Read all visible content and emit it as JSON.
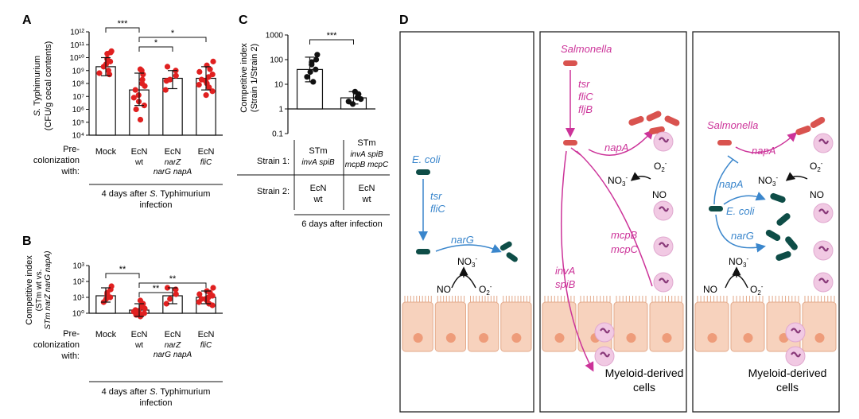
{
  "panels": {
    "A": "A",
    "B": "B",
    "C": "C",
    "D": "D"
  },
  "colors": {
    "red": "#e02020",
    "magenta": "#cc3399",
    "blue": "#3a86cc",
    "ecoli_dark": "#0e4d47",
    "salmonella": "#d9534f",
    "cell": "#f7d2bd",
    "cell_edge": "#e3a98a",
    "nucleus": "#ee9c7a",
    "neutrophil": "#f1c9e3"
  },
  "common": {
    "precol_label": [
      "Pre-",
      "colonization",
      "with:"
    ],
    "x_groups": [
      {
        "lines": [
          "Mock"
        ],
        "sub": []
      },
      {
        "lines": [
          "EcN"
        ],
        "sub": [
          "wt"
        ]
      },
      {
        "lines": [
          "EcN"
        ],
        "sub": [
          "narZ",
          "narG napA"
        ]
      },
      {
        "lines": [
          "EcN"
        ],
        "sub": [
          "fliC"
        ]
      }
    ],
    "footer_a": [
      "4 days after ",
      "S.",
      " Typhimurium",
      "infection"
    ],
    "footer_b": [
      "4 days after ",
      "S.",
      " Typhimurium",
      "infection"
    ]
  },
  "chart_data": [
    {
      "panel": "A",
      "type": "bar",
      "ylabel_italic": "S.",
      "ylabel": " Typhimurium",
      "ylabel2": "(CFU/g cecal contents)",
      "yscale": "log",
      "ylim": [
        4,
        12
      ],
      "yticks": [
        "10⁴",
        "10⁵",
        "10⁶",
        "10⁷",
        "10⁸",
        "10⁹",
        "10¹⁰",
        "10¹¹",
        "10¹²"
      ],
      "categories": [
        "Mock",
        "EcN wt",
        "EcN narZ narG napA",
        "EcN fliC"
      ],
      "bar_log_values": [
        9.3,
        7.5,
        8.4,
        8.4
      ],
      "err_log": [
        [
          8.6,
          10.0
        ],
        [
          6.3,
          8.8
        ],
        [
          7.6,
          9.0
        ],
        [
          7.5,
          9.3
        ]
      ],
      "points_log": [
        [
          10.5,
          10.4,
          10.3,
          9.9,
          9.7,
          9.5,
          9.3,
          9.0,
          8.8,
          8.7
        ],
        [
          9.1,
          8.7,
          8.3,
          8.0,
          7.8,
          7.5,
          7.1,
          6.9,
          6.6,
          6.3,
          6.0,
          5.2,
          9.0
        ],
        [
          9.3,
          9.0,
          8.6,
          8.3,
          8.2,
          7.5
        ],
        [
          9.7,
          9.4,
          9.1,
          8.9,
          8.7,
          8.5,
          8.3,
          8.2,
          8.0,
          7.9,
          7.7,
          7.4,
          7.1
        ]
      ],
      "significance": [
        {
          "from": 0,
          "to": 1,
          "label": "***"
        },
        {
          "from": 1,
          "to": 3,
          "label": "*"
        },
        {
          "from": 1,
          "to": 2,
          "label": "*"
        }
      ],
      "points_color": "#e02020"
    },
    {
      "panel": "B",
      "type": "bar",
      "ylabel": "Competitive index",
      "ylabel2_pre": "(STm wt vs.",
      "ylabel3": "STm narZ narG napA)",
      "yscale": "log",
      "ylim": [
        0,
        3
      ],
      "yticks": [
        "10⁰",
        "10¹",
        "10²",
        "10³"
      ],
      "categories": [
        "Mock",
        "EcN wt",
        "EcN narZ narG napA",
        "EcN fliC"
      ],
      "bar_log_values": [
        1.1,
        0.2,
        1.1,
        1.0
      ],
      "err_log": [
        [
          0.7,
          1.6
        ],
        [
          -0.2,
          0.6
        ],
        [
          0.6,
          1.6
        ],
        [
          0.6,
          1.4
        ]
      ],
      "points_log": [
        [
          1.7,
          1.5,
          1.3,
          1.2,
          1.0,
          0.9,
          0.7
        ],
        [
          0.8,
          0.6,
          0.5,
          0.4,
          0.3,
          0.2,
          0.15,
          0.1,
          0.05,
          0.0,
          -0.1,
          -0.2
        ],
        [
          1.6,
          1.5,
          1.2,
          0.9,
          0.6
        ],
        [
          1.6,
          1.4,
          1.3,
          1.2,
          1.1,
          1.0,
          0.9,
          0.9,
          0.8,
          0.7,
          0.6,
          0.5
        ]
      ],
      "significance": [
        {
          "from": 0,
          "to": 1,
          "label": "**"
        },
        {
          "from": 1,
          "to": 3,
          "label": "**"
        },
        {
          "from": 1,
          "to": 2,
          "label": "**"
        }
      ],
      "points_color": "#e02020"
    },
    {
      "panel": "C",
      "type": "bar",
      "ylabel": "Competitive index",
      "ylabel2": "(Strain 1/Strain 2)",
      "yscale": "log",
      "ylim": [
        -1,
        3
      ],
      "yticks": [
        "0.1",
        "1",
        "10",
        "100",
        "1000"
      ],
      "categories": [
        "STm invA spiB vs EcN wt",
        "STm invA spiB mcpB mcpC vs EcN wt"
      ],
      "bar_log_values": [
        1.6,
        0.45
      ],
      "err_log": [
        [
          1.1,
          2.1
        ],
        [
          0.2,
          0.7
        ]
      ],
      "points_log": [
        [
          2.2,
          2.0,
          1.9,
          1.8,
          1.6,
          1.5,
          1.3,
          1.1
        ],
        [
          0.7,
          0.6,
          0.5,
          0.45,
          0.4,
          0.3,
          0.2
        ]
      ],
      "significance": [
        {
          "from": 0,
          "to": 1,
          "label": "***"
        }
      ],
      "points_color": "#111111"
    }
  ],
  "panel_c_table": {
    "strain1_label": "Strain 1:",
    "strain2_label": "Strain 2:",
    "col1_s1": [
      "STm",
      "invA spiB"
    ],
    "col2_s1": [
      "STm",
      "invA spiB",
      "mcpB mcpC"
    ],
    "col1_s2": [
      "EcN",
      "wt"
    ],
    "col2_s2": [
      "EcN",
      "wt"
    ],
    "footer": "6 days after infection"
  },
  "panel_d": {
    "ecoli": "E. coli",
    "salmonella": "Salmonella",
    "tsr": "tsr",
    "flic": "fliC",
    "fljb": "fljB",
    "narg": "narG",
    "napa": "napA",
    "mcpb": "mcpB",
    "mcpc": "mcpC",
    "inva": "invA",
    "spib": "spiB",
    "no3_base": "NO",
    "no3_sub": "3",
    "no3_sup": "-",
    "no": "NO",
    "o2_base": "O",
    "o2_sub": "2",
    "o2_sup": "-",
    "myeloid": [
      "Myeloid-derived",
      "cells"
    ]
  }
}
